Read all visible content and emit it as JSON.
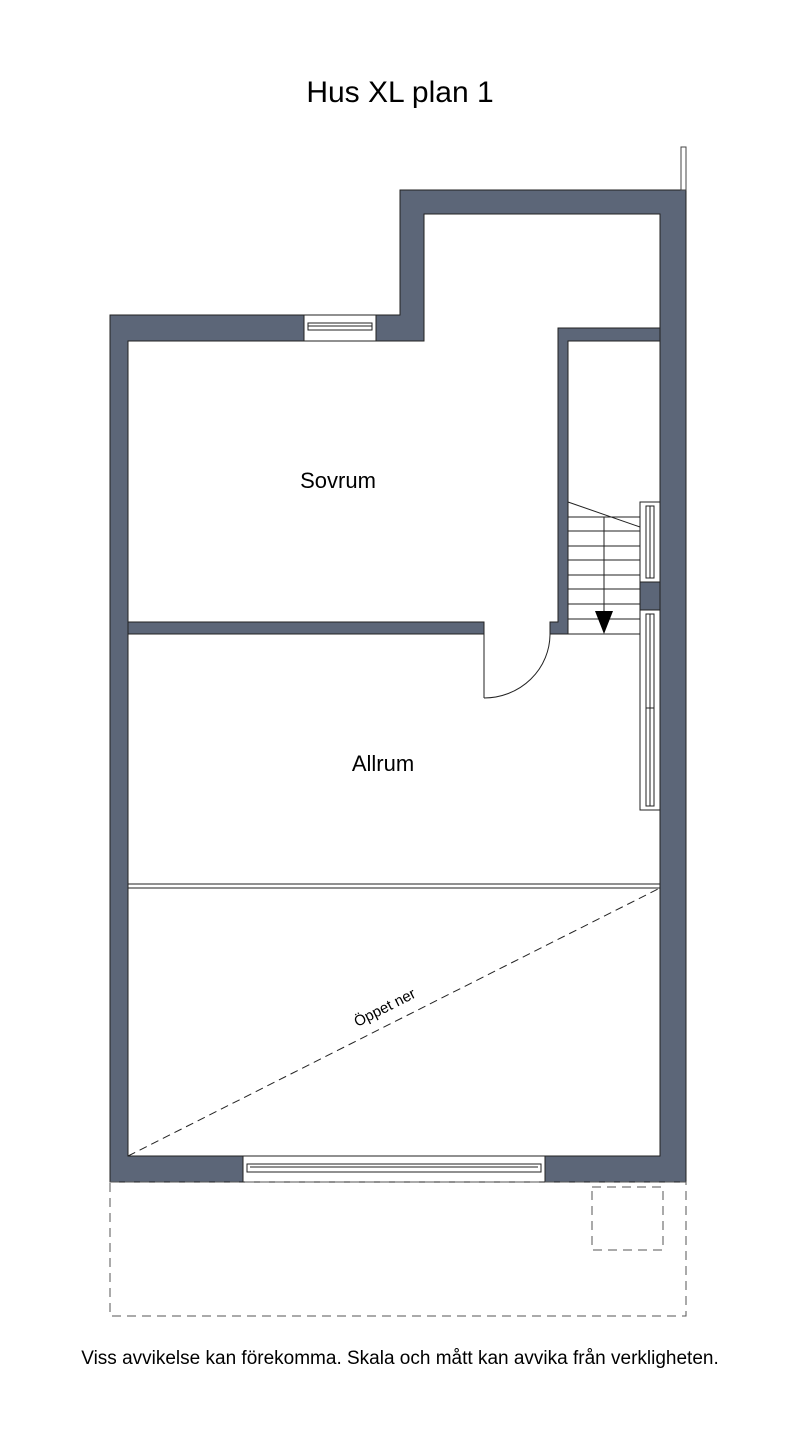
{
  "title": "Hus XL plan 1",
  "rooms": {
    "bedroom": "Sovrum",
    "living": "Allrum",
    "open_below": "Öppet ner"
  },
  "footer": "Viss avvikelse kan förekomma. Skala och mått kan avvika från verkligheten.",
  "colors": {
    "wall": "#5c6678",
    "line": "#222222"
  }
}
